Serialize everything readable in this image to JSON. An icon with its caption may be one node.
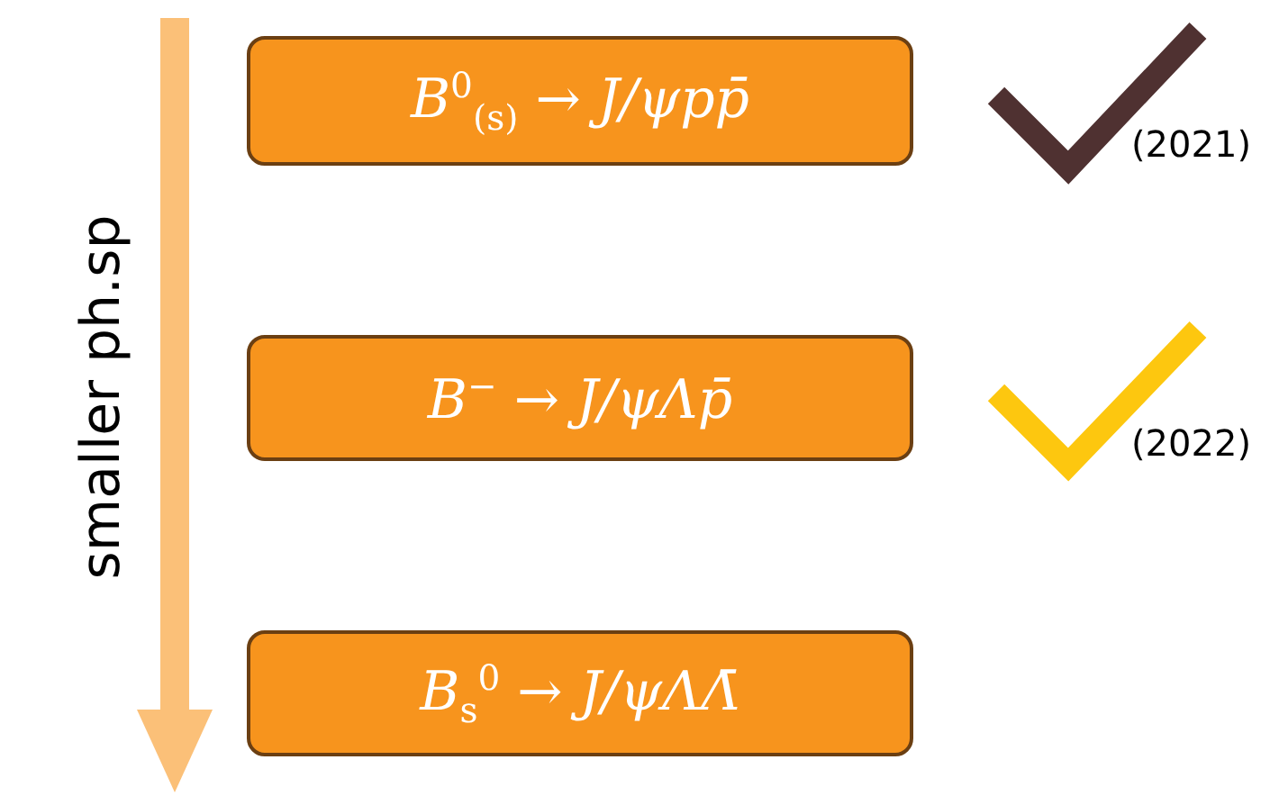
{
  "diagram": {
    "nodes": [
      {
        "text": [
          "B$^{0}$$_{(s)}$ → J/ψpp̄"
        ]
      },
      {
        "text": [
          "B$^{−}$ → J/ψΛp̄"
        ]
      },
      {
        "text": [
          "B$_{s}$$^{0}$ → J/ψΛΛ̄"
        ]
      }
    ],
    "edges": [],
    "labels": [
      "smaller ph.sp",
      "(2021)",
      "(2022)"
    ]
  }
}
